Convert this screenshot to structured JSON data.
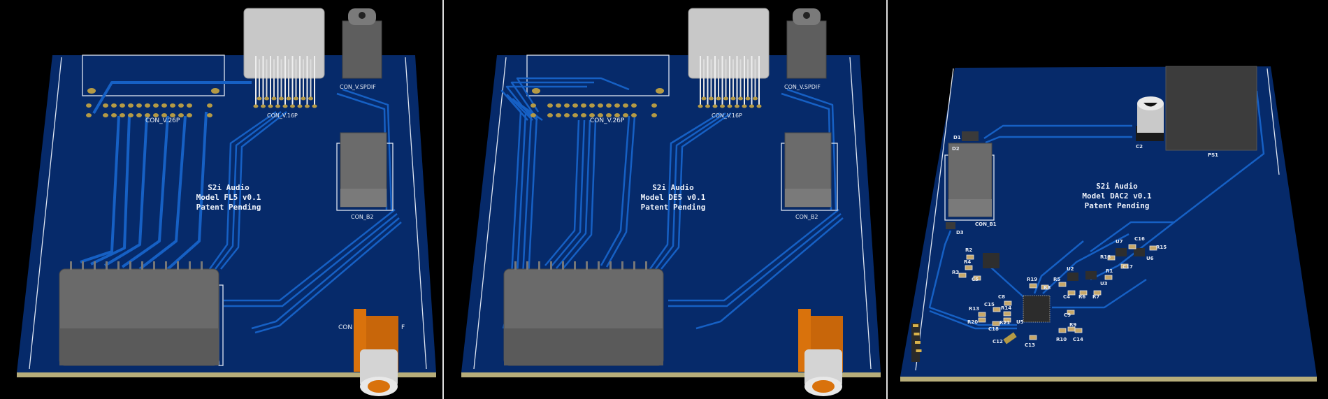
{
  "colors": {
    "background": "#000000",
    "board": "#062a6a",
    "trace": "#1660c4",
    "board_edge": "#b7ad7a",
    "connector_gray": "#6b6b6b",
    "rca_orange": "#d9720c",
    "pad_gold": "#b59a45"
  },
  "panels": [
    {
      "title_lines": [
        "S2i Audio",
        "Model FL5  v0.1",
        "Patent Pending"
      ],
      "labels": {
        "con_16p": "CON_V.16P",
        "con_26p": "CON_V.26P",
        "con_spdif": "CON_V.SPDIF",
        "con_b2": "CON_B2",
        "con_rca_left": "CON",
        "con_rca_right": "F"
      }
    },
    {
      "title_lines": [
        "S2i Audio",
        "Model DE5  v0.1",
        "Patent Pending"
      ],
      "labels": {
        "con_16p": "CON_V.16P",
        "con_26p": "CON_V.26P",
        "con_spdif": "CON_V.SPDIF",
        "con_b2": "CON_B2"
      }
    },
    {
      "title_lines": [
        "S2i Audio",
        "Model DAC2  v0.1",
        "Patent Pending"
      ],
      "labels": {
        "ps1": "PS1",
        "c2": "C2",
        "con_b1": "CON_B1",
        "d1": "D1",
        "d2": "D2",
        "d3": "D3"
      },
      "refdes": [
        "R2",
        "R4",
        "R3",
        "C5",
        "R19",
        "R8",
        "R5",
        "U2",
        "C4",
        "R6",
        "R7",
        "U3",
        "R1",
        "U7",
        "C16",
        "R15",
        "U6",
        "R18",
        "C17",
        "C8",
        "C15",
        "R13",
        "R14",
        "R20",
        "R21",
        "U5",
        "C18",
        "C9",
        "R9",
        "R10",
        "C14",
        "C12",
        "C13"
      ]
    }
  ]
}
